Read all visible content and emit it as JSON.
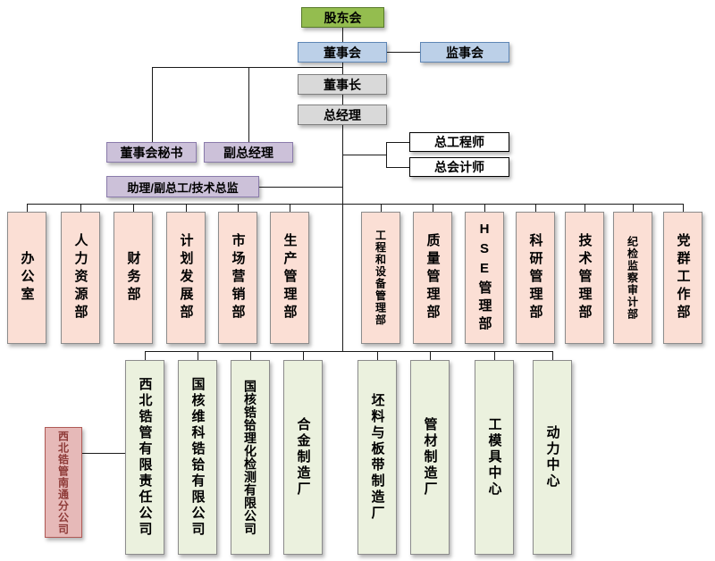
{
  "org": {
    "shareholders": "股东会",
    "board": "董事会",
    "supervisory": "监事会",
    "chairman": "董事长",
    "general_manager": "总经理",
    "board_secretary": "董事会秘书",
    "deputy_general_manager": "副总经理",
    "chief_engineer": "总工程师",
    "chief_accountant": "总会计师",
    "assistant": "助理/副总工/技术总监",
    "departments": [
      "办公室",
      "人力资源部",
      "财务部",
      "计划发展部",
      "市场营销部",
      "生产管理部",
      "工程和设备管理部",
      "质量管理部",
      "HSE管理部",
      "科研管理部",
      "技术管理部",
      "纪检监察审计部",
      "党群工作部"
    ],
    "units": [
      "西北锆管有限责任公司",
      "国核维科锆铪有限公司",
      "国核锆铪理化检测有限公司",
      "合金制造厂",
      "坯料与板带制造厂",
      "管材制造厂",
      "工模具中心",
      "动力中心"
    ],
    "branch": "西北锆管南通分公司"
  },
  "colors": {
    "green_fill": "#94bd4f",
    "green_border": "#587a2b",
    "blue_fill": "#bcd0e8",
    "blue_border": "#5f86b5",
    "gray_fill": "#d9d9d9",
    "gray_border": "#7f7f7f",
    "purple_fill": "#ccc1d9",
    "purple_border": "#8a7bab",
    "white_fill": "#ffffff",
    "white_border": "#000000",
    "dept_fill": "#fbdfd5",
    "dept_border": "#8c8c8c",
    "unit_fill": "#ebf1de",
    "unit_border": "#8c8c8c",
    "branch_fill": "#e6b9b8",
    "branch_border": "#b05a56",
    "branch_text": "#8e3b38",
    "line_color": "#1a1a1a"
  }
}
